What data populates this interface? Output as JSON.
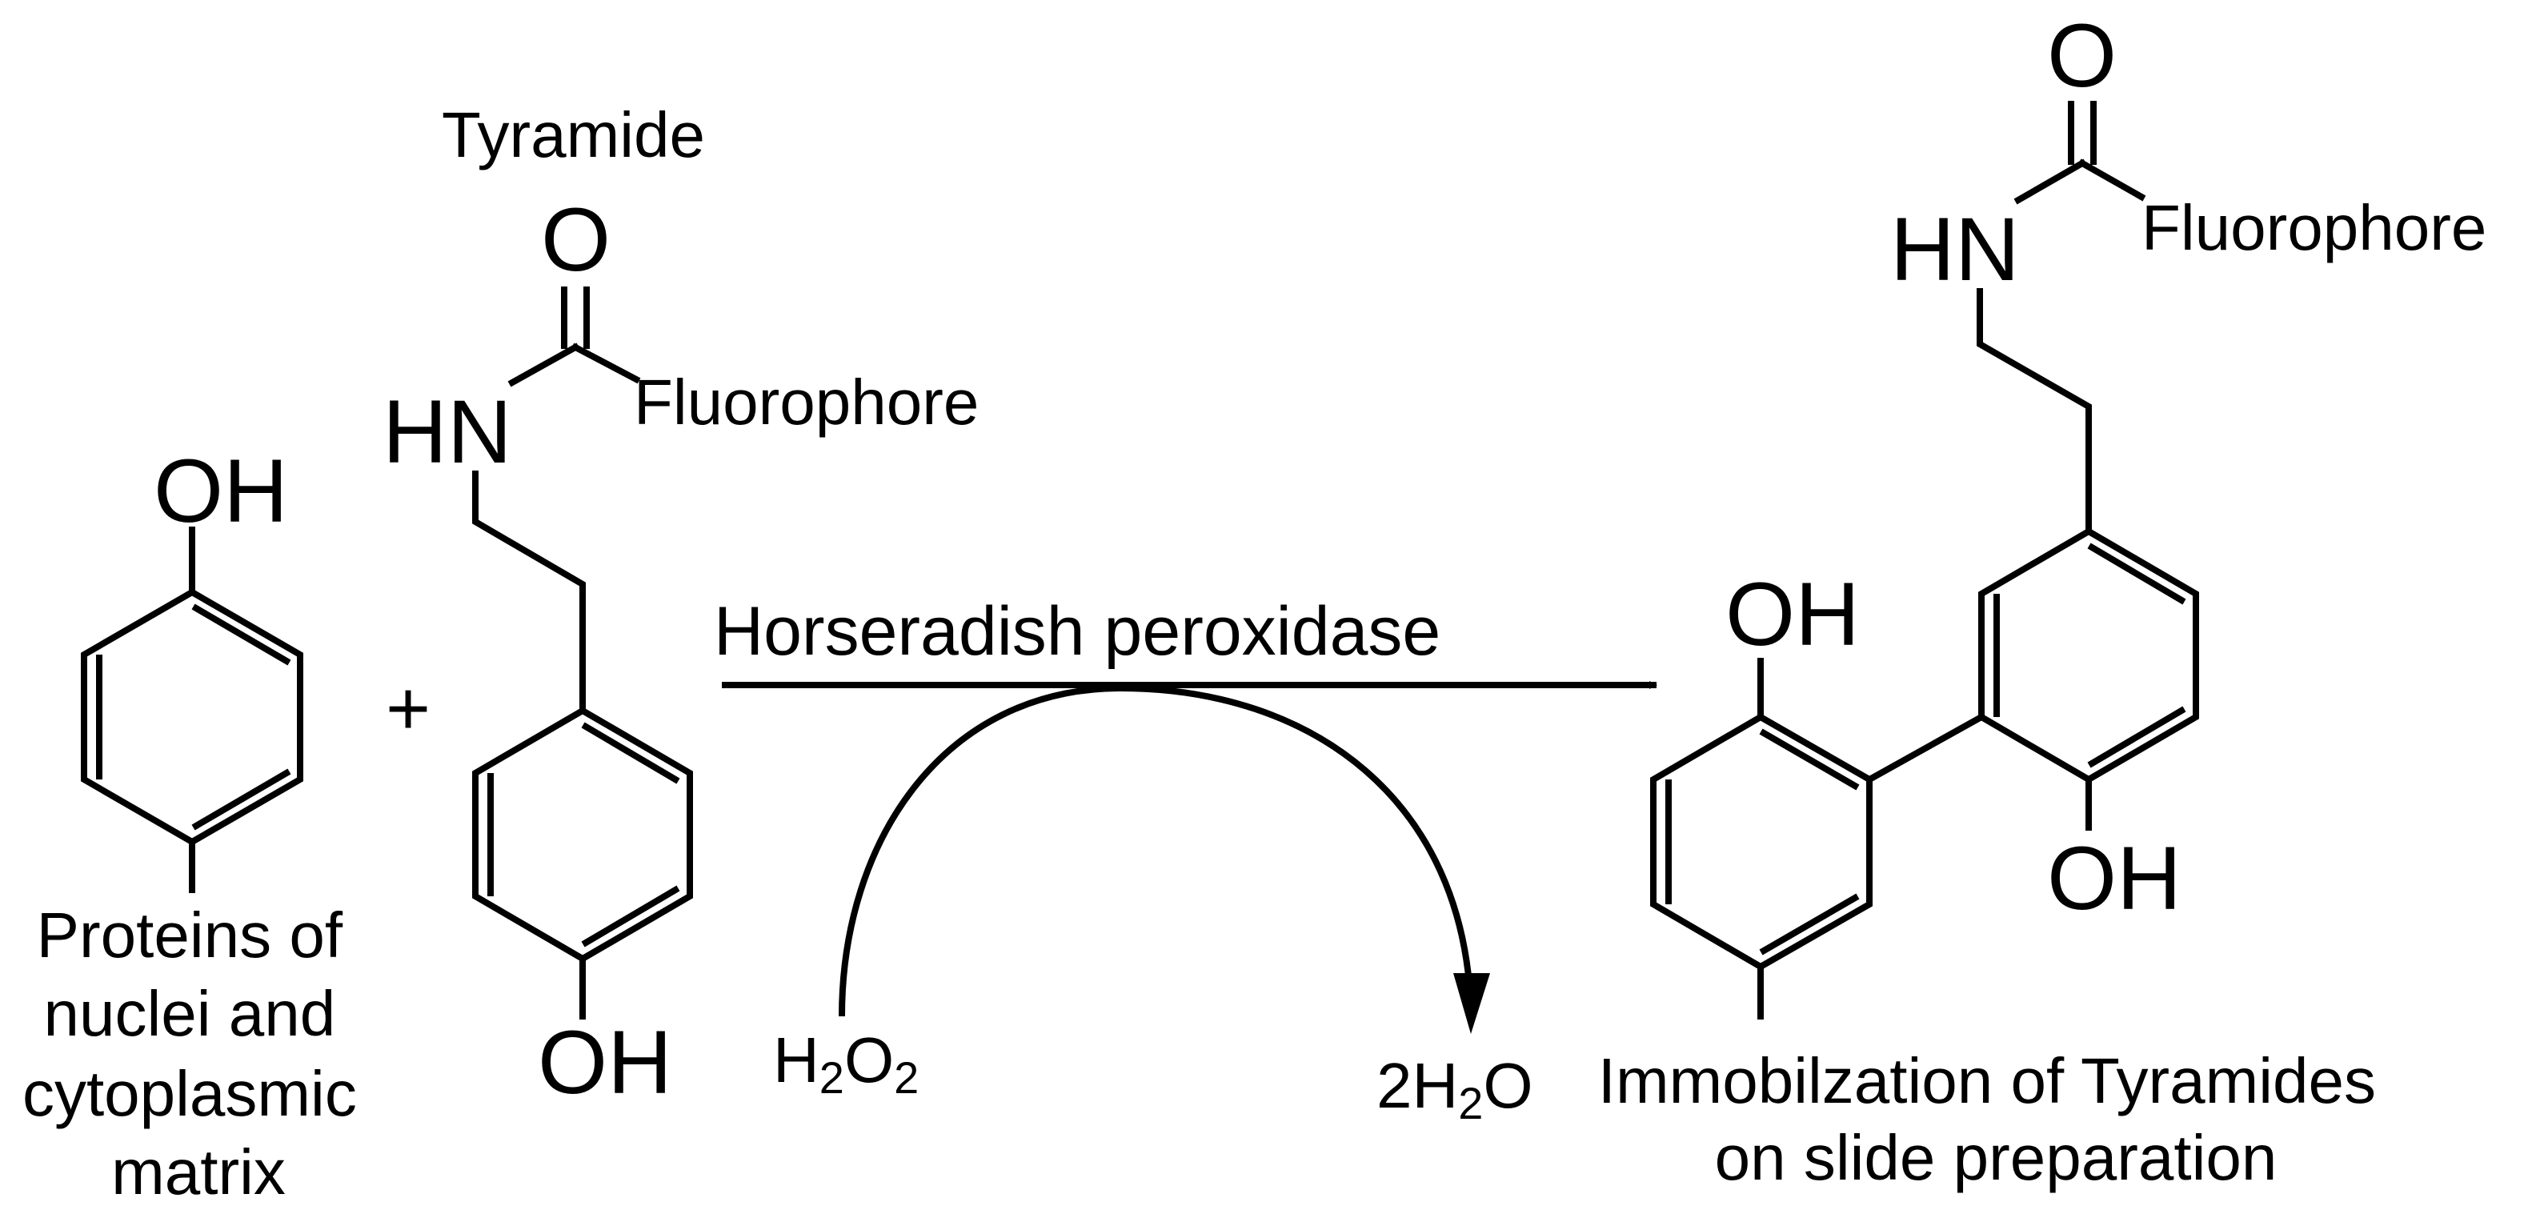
{
  "colors": {
    "ink": "#000000",
    "background": "#ffffff"
  },
  "reactant_protein": {
    "hydroxyl": "OH",
    "caption": [
      "Proteins of",
      "nuclei and",
      "cytoplasmic",
      "matrix"
    ]
  },
  "plus_sign": "+",
  "reactant_tyramide": {
    "title": "Tyramide",
    "carbonyl_o": "O",
    "amine": "HN",
    "fluorophore": "Fluorophore",
    "hydroxyl": "OH"
  },
  "reaction_arrow": {
    "catalyst": "Horseradish peroxidase",
    "reagent": {
      "base": "H",
      "sub1": "2",
      "mid": "O",
      "sub2": "2"
    },
    "product": {
      "coef": "2H",
      "sub": "2",
      "tail": "O"
    }
  },
  "product": {
    "carbonyl_o": "O",
    "amine": "HN",
    "fluorophore": "Fluorophore",
    "hydroxyl_left": "OH",
    "hydroxyl_right": "OH",
    "caption": [
      "Immobilzation of Tyramides",
      "on slide preparation"
    ]
  }
}
